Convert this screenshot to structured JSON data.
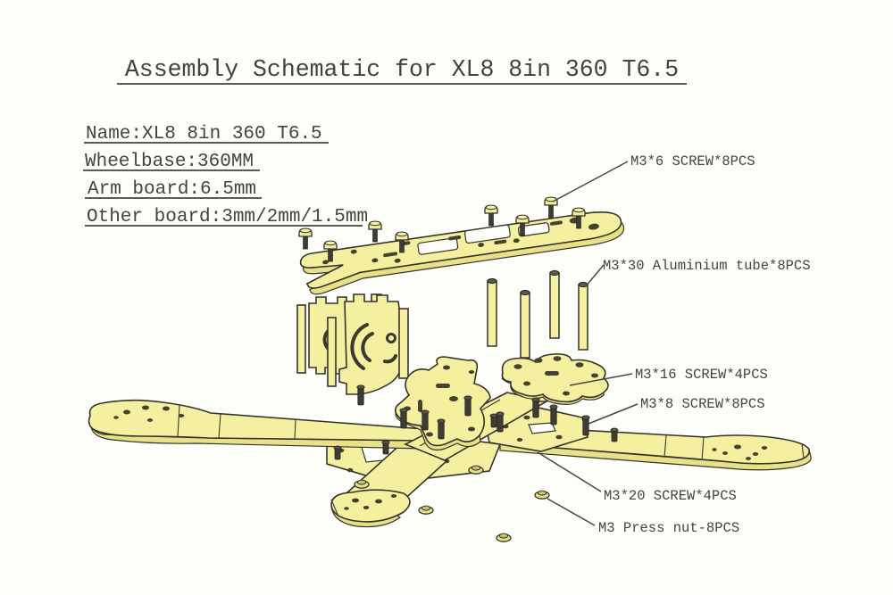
{
  "document": {
    "title": "Assembly Schematic for XL8 8in 360 T6.5",
    "specs": [
      {
        "text": "Name:XL8 8in 360 T6.5"
      },
      {
        "text": "Wheelbase:360MM"
      },
      {
        "text": "Arm board:6.5mm"
      },
      {
        "text": "Other board:3mm/2mm/1.5mm"
      }
    ],
    "callouts": [
      {
        "text": "M3*6 SCREW*8PCS"
      },
      {
        "text": "M3*30 Aluminium tube*8PCS"
      },
      {
        "text": "M3*16 SCREW*4PCS"
      },
      {
        "text": "M3*8 SCREW*8PCS"
      },
      {
        "text": "M3*20 SCREW*4PCS"
      },
      {
        "text": "M3 Press nut-8PCS"
      }
    ],
    "colors": {
      "background": "#fdfdfa",
      "ink": "#45443a",
      "plate_fill": "#f5efa0",
      "plate_side": "#e9e187",
      "outline": "#35342a",
      "hardware_dark": "#3e3d34"
    }
  }
}
